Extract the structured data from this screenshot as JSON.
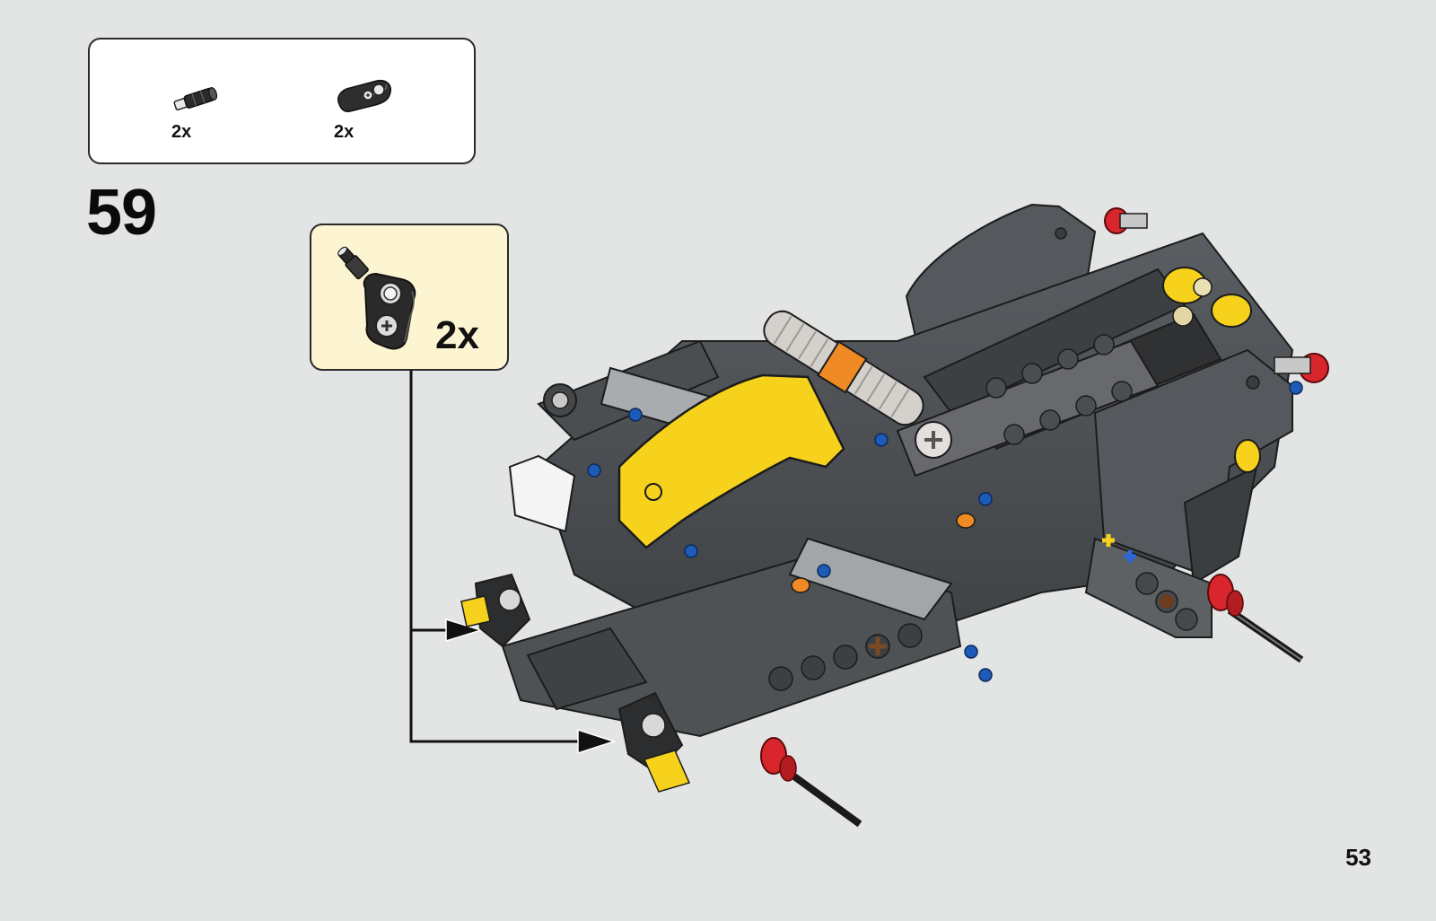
{
  "parts_list": {
    "items": [
      {
        "icon": "axle-pin-icon",
        "quantity": "2x"
      },
      {
        "icon": "beam-liftarm-icon",
        "quantity": "2x"
      }
    ]
  },
  "step": {
    "number": "59"
  },
  "subassembly": {
    "quantity": "2x",
    "icon": "pin-with-liftarm-icon"
  },
  "page": {
    "number": "53"
  },
  "colors": {
    "background": "#e3e4e4",
    "callout_background": "#fdf4d2",
    "dark_gray": "#4a4d50",
    "yellow": "#f6d21c",
    "red": "#d8262c",
    "orange": "#f08a24",
    "blue": "#1e5bb8"
  }
}
